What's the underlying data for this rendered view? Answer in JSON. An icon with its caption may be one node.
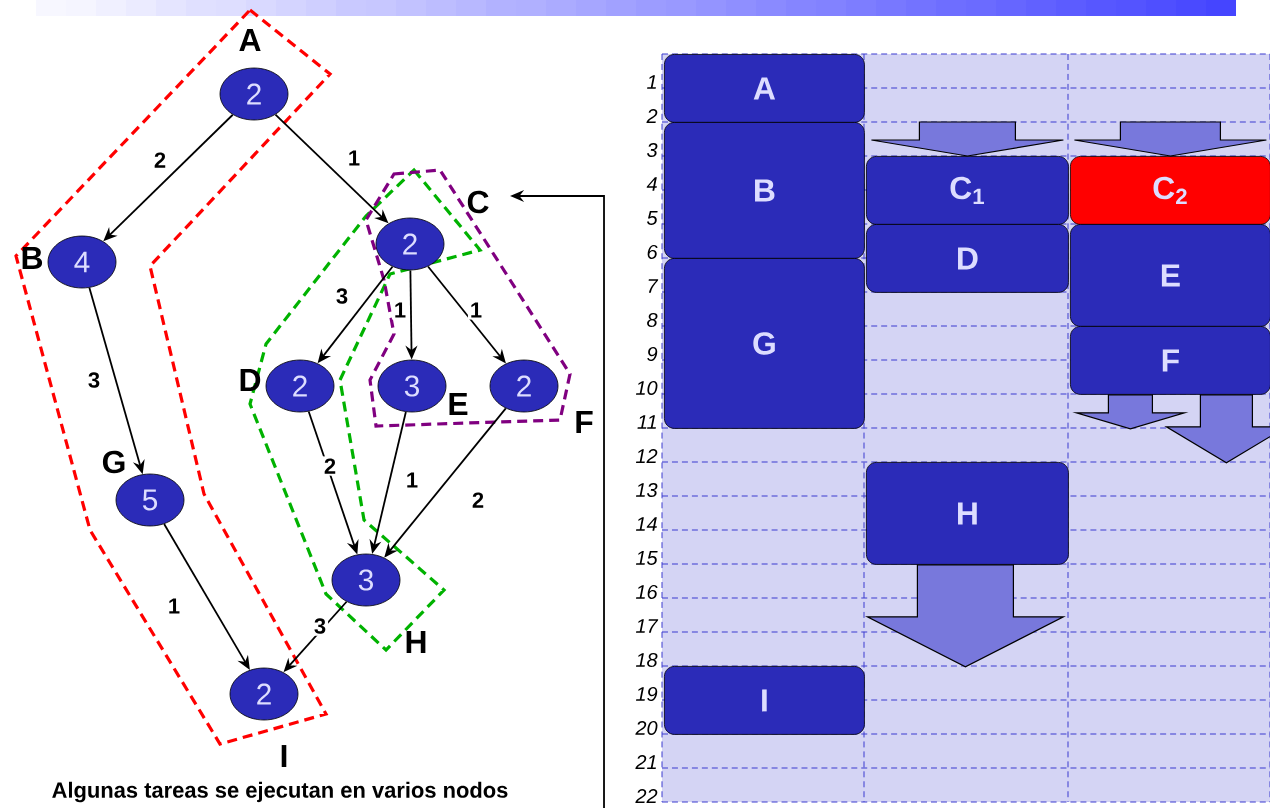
{
  "diagram": {
    "caption": "Algunas tareas se ejecutan en varios nodos",
    "nodes": [
      {
        "text": [
          "2"
        ],
        "beside": [
          "A"
        ]
      },
      {
        "text": [
          "4"
        ],
        "beside": [
          "B"
        ]
      },
      {
        "text": [
          "2"
        ],
        "beside": [
          "C"
        ]
      },
      {
        "text": [
          "2"
        ],
        "beside": [
          "D"
        ]
      },
      {
        "text": [
          "3"
        ],
        "beside": [
          "E"
        ]
      },
      {
        "text": [
          "2"
        ],
        "beside": [
          "F"
        ]
      },
      {
        "text": [
          "5"
        ],
        "beside": [
          "G"
        ]
      },
      {
        "text": [
          "3"
        ],
        "beside": [
          "H"
        ]
      },
      {
        "text": [
          "2"
        ],
        "beside": [
          "I"
        ]
      },
      {
        "text": [
          "A"
        ]
      },
      {
        "text": [
          "B"
        ]
      },
      {
        "text": [
          "G"
        ]
      },
      {
        "text": [
          "C$_{1}$"
        ]
      },
      {
        "text": [
          "D"
        ]
      },
      {
        "text": [
          "H"
        ]
      },
      {
        "text": [
          "C$_{2}$"
        ]
      },
      {
        "text": [
          "E"
        ]
      },
      {
        "text": [
          "F"
        ]
      },
      {
        "text": [
          "I"
        ]
      }
    ],
    "edges": [
      {
        "from": 0,
        "to": 1,
        "arrow": "to",
        "label": "2"
      },
      {
        "from": 0,
        "to": 2,
        "arrow": "to",
        "label": "1"
      },
      {
        "from": 1,
        "to": 6,
        "arrow": "to",
        "label": "3"
      },
      {
        "from": 6,
        "to": 8,
        "arrow": "to",
        "label": "1"
      },
      {
        "from": 2,
        "to": 3,
        "arrow": "to",
        "label": "3"
      },
      {
        "from": 2,
        "to": 4,
        "arrow": "to",
        "label": "1"
      },
      {
        "from": 2,
        "to": 5,
        "arrow": "to",
        "label": "1"
      },
      {
        "from": 3,
        "to": 7,
        "arrow": "to",
        "label": "2"
      },
      {
        "from": 4,
        "to": 7,
        "arrow": "to",
        "label": "1"
      },
      {
        "from": 5,
        "to": 7,
        "arrow": "to",
        "label": "2"
      },
      {
        "from": 7,
        "to": 8,
        "arrow": "to",
        "label": "3"
      },
      {
        "from": null,
        "to": 12,
        "arrow": "to",
        "style": "thick",
        "color": "#7878dc"
      },
      {
        "from": null,
        "to": 15,
        "arrow": "to",
        "style": "thick",
        "color": "#7878dc"
      },
      {
        "from": 17,
        "to": null,
        "arrow": "to",
        "style": "thick",
        "color": "#7878dc"
      },
      {
        "from": 17,
        "to": null,
        "arrow": "to",
        "style": "thick",
        "color": "#7878dc"
      },
      {
        "from": 14,
        "to": null,
        "arrow": "to",
        "style": "thick",
        "color": "#7878dc"
      },
      {
        "from": null,
        "to": 2,
        "arrow": "to"
      }
    ],
    "labels": [
      "1",
      "2",
      "3",
      "4",
      "5",
      "6",
      "7",
      "8",
      "9",
      "10",
      "11",
      "12",
      "13",
      "14",
      "15",
      "16",
      "17",
      "18",
      "19",
      "20",
      "21",
      "22"
    ]
  }
}
